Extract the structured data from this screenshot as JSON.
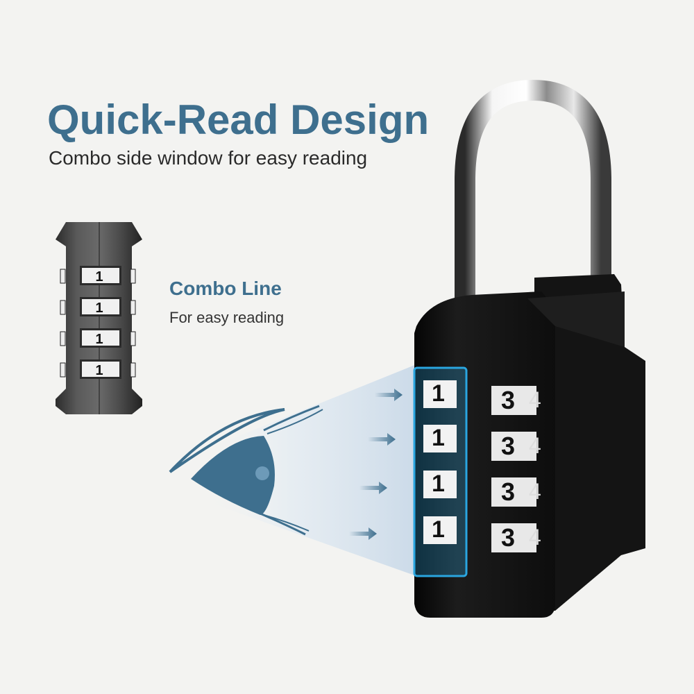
{
  "header": {
    "title": "Quick-Read Design",
    "subtitle": "Combo side window for easy reading"
  },
  "callout": {
    "heading": "Combo Line",
    "text": "For easy reading"
  },
  "dial_cross_section": {
    "rows": [
      {
        "front_digit": "1",
        "side_digit": "3"
      },
      {
        "front_digit": "1",
        "side_digit": "3"
      },
      {
        "front_digit": "1",
        "side_digit": "3"
      },
      {
        "front_digit": "1",
        "side_digit": "3"
      }
    ]
  },
  "padlock": {
    "side_window_digits": [
      "1",
      "1",
      "1",
      "1"
    ],
    "front_digits": [
      "3",
      "3",
      "3",
      "3"
    ],
    "peek_digits": [
      "4",
      "4",
      "4",
      "4"
    ]
  },
  "colors": {
    "accent": "#3e6f8e",
    "highlight": "#2aa6e0",
    "lock_body": "#141414",
    "background": "#f3f3f1"
  }
}
